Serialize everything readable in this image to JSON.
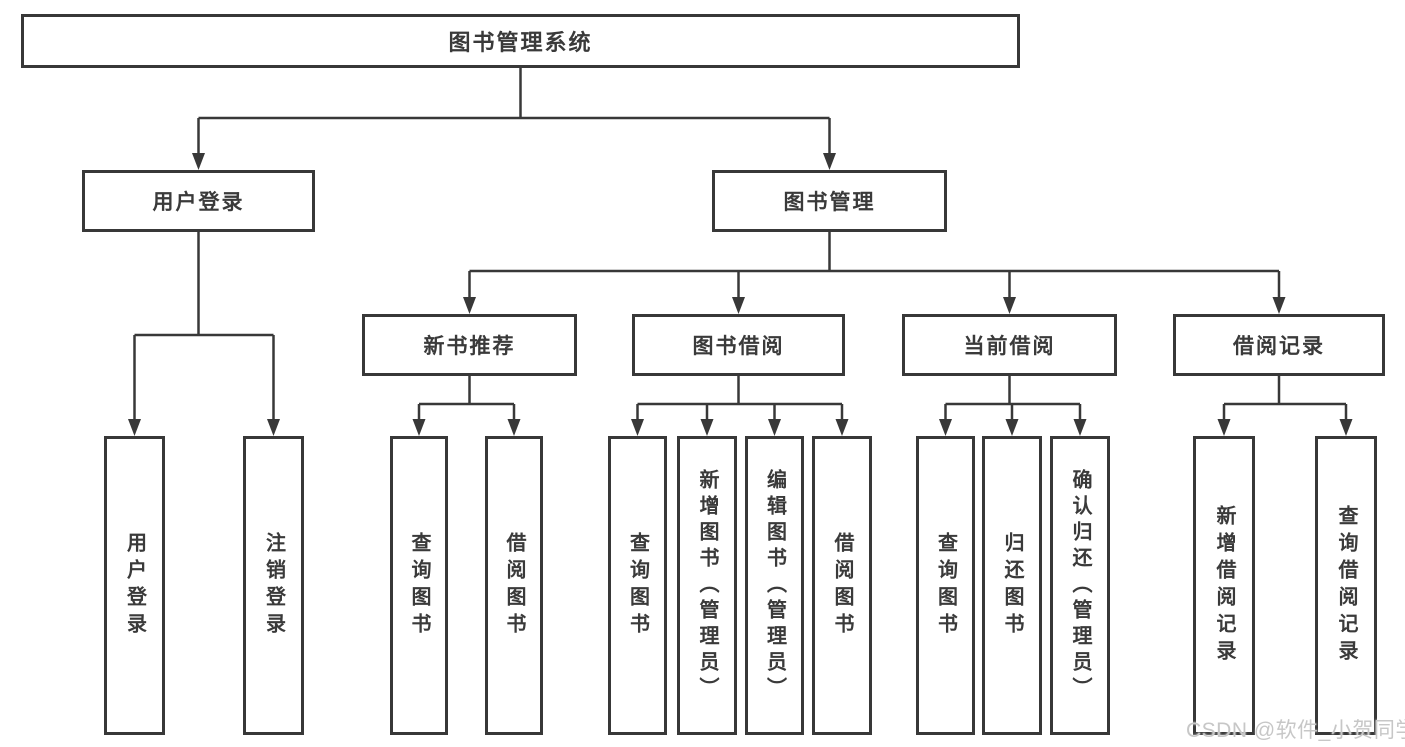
{
  "diagram": {
    "root": "图书管理系统",
    "l2": [
      "用户登录",
      "图书管理"
    ],
    "l3": [
      "新书推荐",
      "图书借阅",
      "当前借阅",
      "借阅记录"
    ],
    "leaves": {
      "login": [
        "用户登录",
        "注销登录"
      ],
      "recommend": [
        "查询图书",
        "借阅图书"
      ],
      "borrow": [
        "查询图书",
        "新增图书（管理员）",
        "编辑图书（管理员）",
        "借阅图书"
      ],
      "current": [
        "查询图书",
        "归还图书",
        "确认归还（管理员）"
      ],
      "records": [
        "新增借阅记录",
        "查询借阅记录"
      ]
    }
  },
  "watermark": "CSDN @软件_小贺同学",
  "colors": {
    "line": "#383838",
    "text": "#3a3a3a",
    "background": "#ffffff",
    "watermark": "#c7c7c7"
  }
}
